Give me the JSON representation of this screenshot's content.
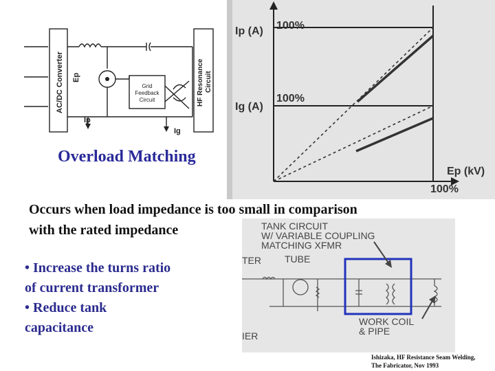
{
  "slide": {
    "title": "Overload Matching",
    "description": [
      "Occurs when load impedance is too small in comparison",
      "with the rated impedance"
    ],
    "bullets": [
      "• Increase the turns ratio",
      "of current transformer",
      "• Reduce tank",
      "capacitance"
    ],
    "citation": [
      "Ishizaka, HF Resistance Seam Welding,",
      "The Fabricator, Nov 1993"
    ]
  },
  "circuit": {
    "converter_label": "AC/DC Converter",
    "ep_label": "Ep",
    "ip_label": "Ip",
    "ig_label": "Ig",
    "grid_feedback_label": [
      "Grid",
      "Feedback",
      "Circuit"
    ],
    "hf_resonance_label": [
      "HF Resonance",
      "Circuit"
    ]
  },
  "graph": {
    "ip_axis_label": "Ip (A)",
    "ip_max_label": "100%",
    "ig_axis_label": "Ig (A)",
    "ig_max_label": "100%",
    "ep_axis_label": "Ep (kV)",
    "ep_max_label": "100%",
    "colors": {
      "line": "#2a2a2a",
      "paper": "#e4e4e4"
    }
  },
  "tank": {
    "title_lines": [
      "TANK CIRCUIT",
      "W/ VARIABLE COUPLING",
      "MATCHING XFMR"
    ],
    "left_label": "TER",
    "tube_label": "TUBE",
    "work_coil_lines": [
      "WORK COIL",
      "& PIPE"
    ],
    "bottom_left_label": "IER",
    "highlight_color": "#2233bb"
  }
}
